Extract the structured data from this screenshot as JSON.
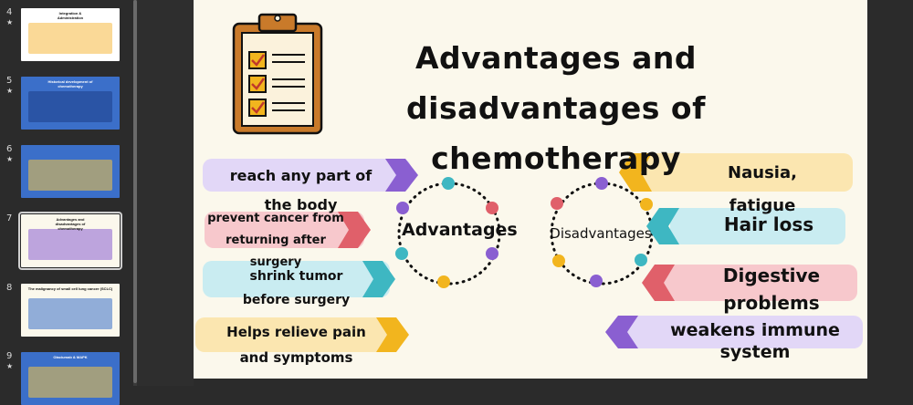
{
  "thumbnails": [
    {
      "number": "4",
      "star": "★",
      "bg": "#ffffff",
      "accent": "#f5b942",
      "title": "Integration &\nAdministration",
      "selected": false
    },
    {
      "number": "5",
      "star": "★",
      "bg": "#3b6fc9",
      "accent": "#1e3e86",
      "title": "Historical development of\nchemotherapy",
      "selected": false
    },
    {
      "number": "6",
      "star": "★",
      "bg": "#3b6fc9",
      "accent": "#f5c542",
      "title": "",
      "selected": false
    },
    {
      "number": "7",
      "star": "",
      "bg": "#fbf8ec",
      "accent": "#8a5fd1",
      "title": "Advantages and\ndisadvantages of\nchemotherapy",
      "selected": true
    },
    {
      "number": "8",
      "star": "",
      "bg": "#fbf8ec",
      "accent": "#3b6fc9",
      "title": "The malignancy of small cell lung cancer (SCLC)",
      "selected": false
    },
    {
      "number": "9",
      "star": "★",
      "bg": "#3b6fc9",
      "accent": "#f5c542",
      "title": "Olaciumab & MAPK",
      "selected": false
    }
  ],
  "slide": {
    "title": "Advantages and disadvantages of chemotherapy",
    "advantages_label": "Advantages",
    "disadvantages_label": "Disadvantages",
    "advantages": [
      {
        "text": "reach any part of the body",
        "color": "#e2d7f7",
        "arrow": "#8a5fd1"
      },
      {
        "text": "prevent cancer from returning after surgery",
        "color": "#f7c8cc",
        "arrow": "#e0606a"
      },
      {
        "text": "shrink tumor before surgery",
        "color": "#c9ecf1",
        "arrow": "#3eb7c2"
      },
      {
        "text": "Helps relieve pain and symptoms",
        "color": "#fbe6b0",
        "arrow": "#f2b51e"
      }
    ],
    "disadvantages": [
      {
        "text": "Nausia, fatigue",
        "color": "#fbe6b0",
        "arrow": "#f2b51e"
      },
      {
        "text": "Hair loss",
        "color": "#c9ecf1",
        "arrow": "#3eb7c2"
      },
      {
        "text": "Digestive problems",
        "color": "#f7c8cc",
        "arrow": "#e0606a"
      },
      {
        "text": "weakens immune system",
        "color": "#e2d7f7",
        "arrow": "#8a5fd1"
      }
    ],
    "dot_colors": [
      "#f2b51e",
      "#8a5fd1",
      "#e0606a",
      "#3eb7c2"
    ]
  }
}
